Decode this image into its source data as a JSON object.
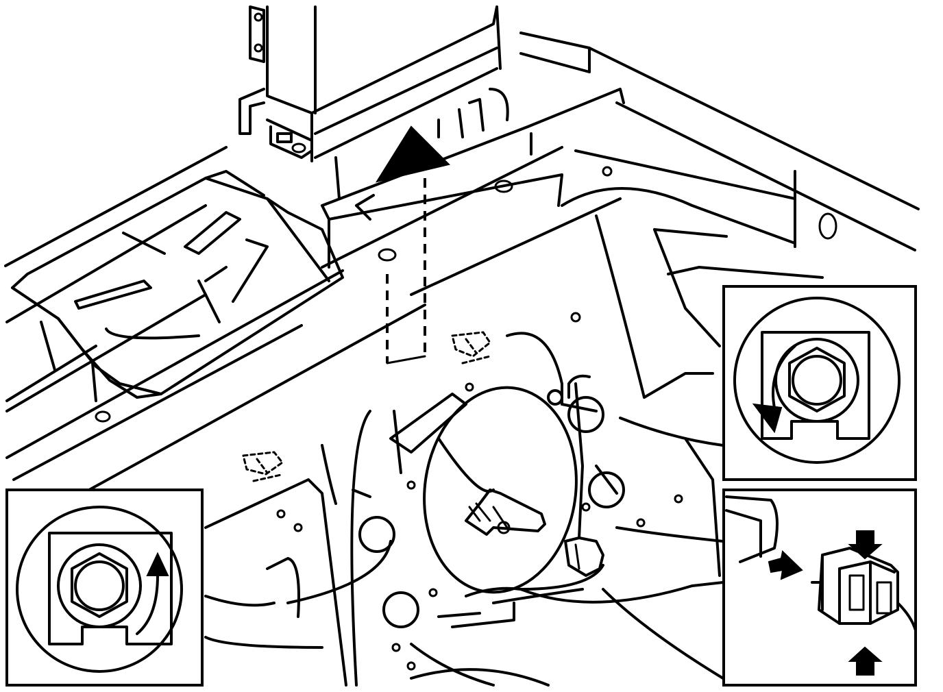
{
  "figure": {
    "kind": "technical line illustration",
    "colors": {
      "line": "#000000",
      "background": "#ffffff"
    }
  },
  "insets": [
    {
      "name": "tighten-inset",
      "icon": "hex-nut-clockwise-arrow-icon"
    },
    {
      "name": "loosen-inset",
      "icon": "hex-nut-counterclockwise-arrow-icon"
    },
    {
      "name": "connector-release-inset",
      "icon": "connector-squeeze-release-icon"
    }
  ],
  "markers": [
    {
      "name": "front-direction-marker",
      "icon": "filled-triangle-icon"
    }
  ]
}
